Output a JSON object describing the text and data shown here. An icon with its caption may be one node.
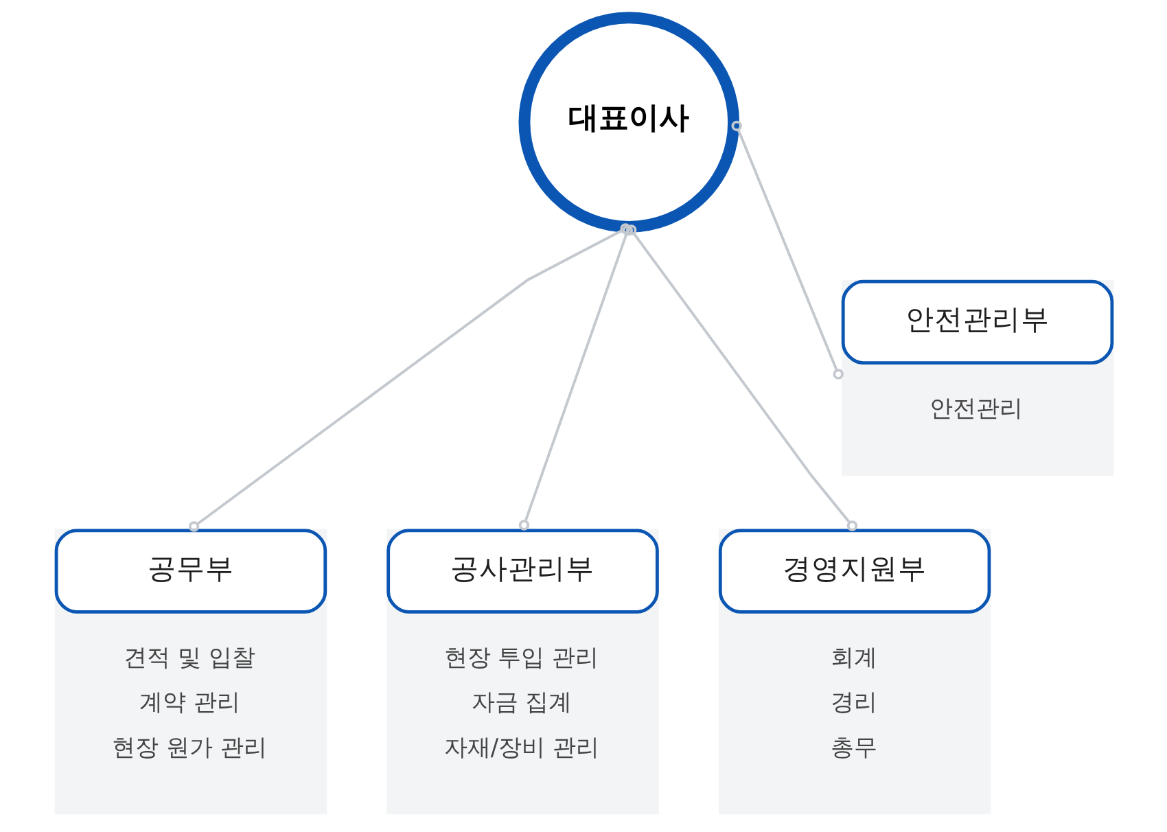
{
  "diagram": {
    "nodes": [
      {
        "text": [
          "대표이사"
        ]
      },
      {
        "text": [
          "안전관리부",
          "안전관리"
        ]
      },
      {
        "text": [
          "공무부",
          "견적 및 입찰",
          "계약 관리",
          "현장 원가 관리"
        ]
      },
      {
        "text": [
          "공사관리부",
          "현장 투입 관리",
          "자금 집계",
          "자재/장비 관리"
        ]
      },
      {
        "text": [
          "경영지원부",
          "회계",
          "경리",
          "총무"
        ]
      }
    ],
    "edges": [
      {
        "from": 0,
        "to": 1,
        "arrow": "other"
      },
      {
        "from": 0,
        "to": 2,
        "arrow": "other"
      },
      {
        "from": 0,
        "to": 3,
        "arrow": "other"
      },
      {
        "from": 0,
        "to": 4,
        "arrow": "other"
      }
    ]
  }
}
